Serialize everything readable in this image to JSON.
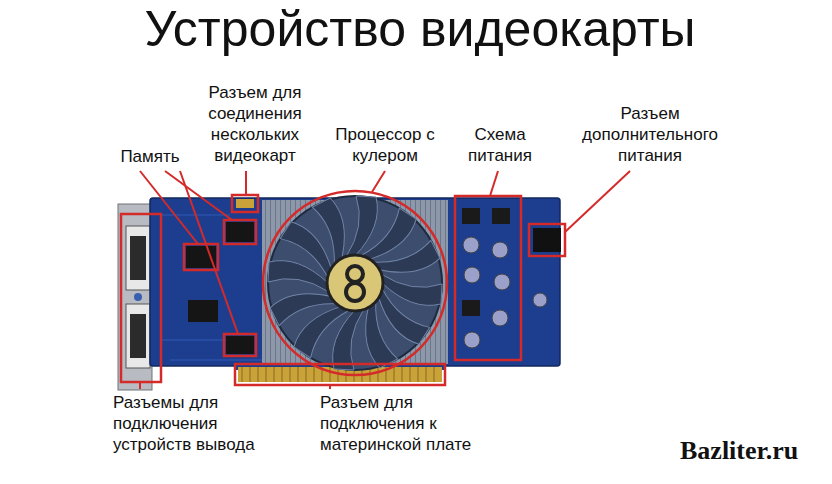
{
  "diagram": {
    "title": "Устройство видеокарты",
    "labels": [
      "Разъем для соединения нескольких видеокарт",
      "Память",
      "Процессор с кулером",
      "Схема питания",
      "Разъем дополнительного питания",
      "Разъемы для подключения устройств вывода",
      "Разъем для подключения к материнской плате",
      "Bazliter.ru"
    ]
  }
}
